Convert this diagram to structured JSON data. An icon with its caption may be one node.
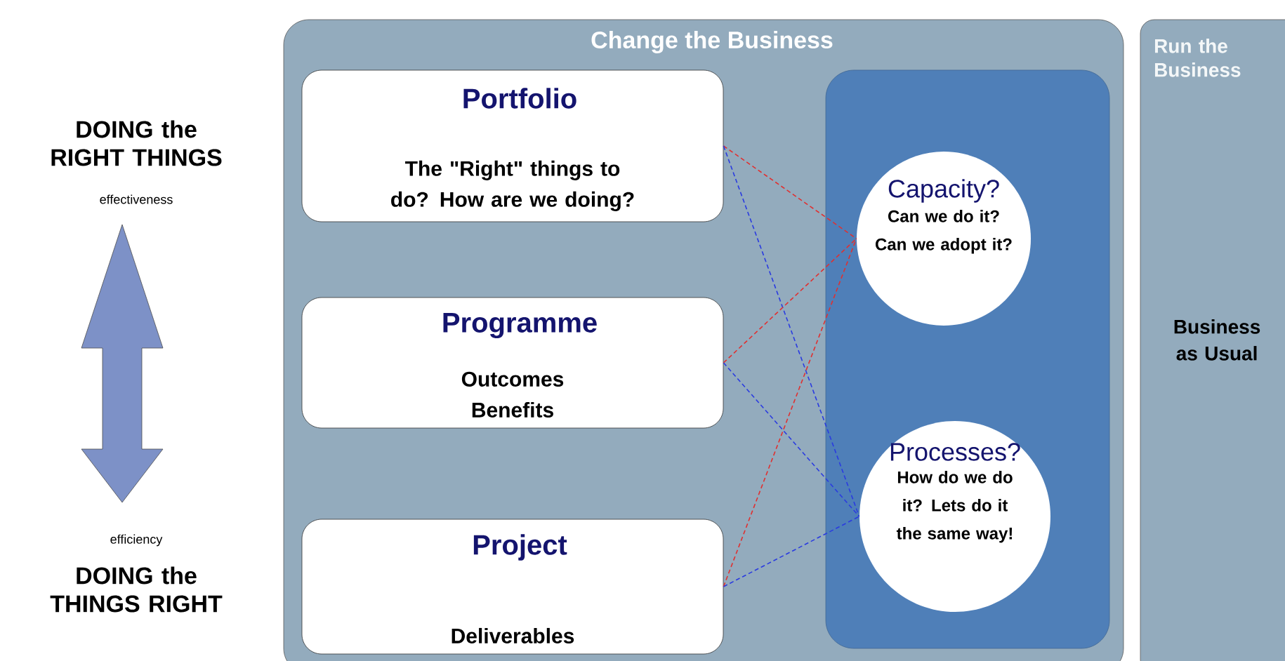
{
  "diagram": {
    "nodes": [
      {
        "text": [
          "Change the Business"
        ]
      },
      {
        "text": [
          "Portfolio",
          "The \"Right\" things to do? How are we doing?"
        ],
        "in": 0
      },
      {
        "text": [
          "Programme",
          "Outcomes Benefits"
        ],
        "in": 0
      },
      {
        "text": [
          "Project",
          "Deliverables"
        ],
        "in": 0
      },
      {
        "text": [],
        "shape": "box",
        "in": 0
      },
      {
        "text": [
          "Capacity?",
          "Can we do it? Can we adopt it?"
        ],
        "in": 4
      },
      {
        "text": [
          "Processes?",
          "How do we do it? Lets do it the same way!"
        ],
        "in": 4
      },
      {
        "text": [
          "Run the Business",
          "Business as Usual"
        ]
      }
    ],
    "edges": [
      {
        "from": 1,
        "to": 5,
        "arrow": "none",
        "style": "dashed",
        "color": "#e03030"
      },
      {
        "from": 1,
        "to": 6,
        "arrow": "none",
        "style": "dashed",
        "color": "#2a3be0"
      },
      {
        "from": 2,
        "to": 5,
        "arrow": "none",
        "style": "dashed",
        "color": "#e03030"
      },
      {
        "from": 2,
        "to": 6,
        "arrow": "none",
        "style": "dashed",
        "color": "#2a3be0"
      },
      {
        "from": 3,
        "to": 5,
        "arrow": "none",
        "style": "dashed",
        "color": "#e03030"
      },
      {
        "from": 3,
        "to": 6,
        "arrow": "none",
        "style": "dashed",
        "color": "#2a3be0"
      }
    ],
    "labels": [
      "DOING the RIGHT THINGS",
      "effectiveness",
      "efficiency",
      "DOING the THINGS RIGHT"
    ]
  }
}
